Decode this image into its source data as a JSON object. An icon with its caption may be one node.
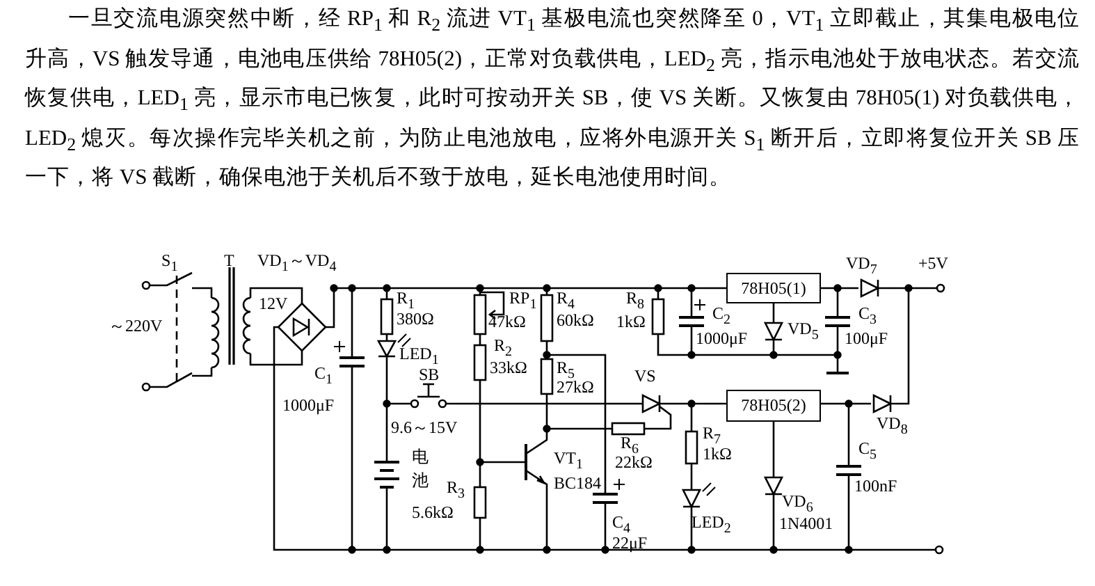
{
  "diagram": {
    "nodes": [
      {
        "text": [
          "78H05(1)"
        ]
      },
      {
        "text": [
          "78H05(2)"
        ]
      }
    ],
    "labels": [
      "一旦交流电源突然中断，经 RP$_{1}$ 和 R$_{2}$ 流进 VT$_{1}$ 基极电流也突然降至 0，VT$_{1}$ 立即截止，其集电极电位升高，VS 触发导通，电池电压供给 78H05(2)，正常对负载供电，LED$_{2}$ 亮，指示电池处于放电状态。若交流恢复供电，LED$_{1}$ 亮，显示市电已恢复，此时可按动开关 SB，使 VS 关断。又恢复由 78H05(1) 对负载供电，LED$_{2}$ 熄灭。每次操作完毕关机之前，为防止电池放电，应将外电源开关 S$_{1}$ 断开后，立即将复位开关 SB 压一下，将 VS 截断，确保电池于关机后不致于放电，延长电池使用时间。",
      "S$_{1}$",
      "T",
      "VD$_{1}$～VD$_{4}$",
      "VD$_{7}$",
      "+5V",
      "12V",
      "R$_{1}$",
      "RP$_{1}$",
      "R$_{4}$",
      "R$_{8}$",
      "～220V",
      "380Ω",
      "47kΩ",
      "60kΩ",
      "1kΩ",
      "C$_{2}$",
      "VD$_{5}$",
      "C$_{3}$",
      "LED$_{1}$",
      "R$_{2}$",
      "1000μF",
      "100μF",
      "C$_{1}$",
      "SB",
      "33kΩ",
      "R$_{5}$",
      "27kΩ",
      "VS",
      "1000μF",
      "9.6～15V",
      "R$_{7}$",
      "VD$_{8}$",
      "电池",
      "VT$_{1}$",
      "R$_{6}$",
      "22kΩ",
      "1kΩ",
      "C$_{5}$",
      "R$_{3}$",
      "BC184",
      "VD$_{6}$",
      "100nF",
      "5.6kΩ",
      "C$_{4}$",
      "LED$_{2}$",
      "1N4001",
      "22μF"
    ]
  }
}
